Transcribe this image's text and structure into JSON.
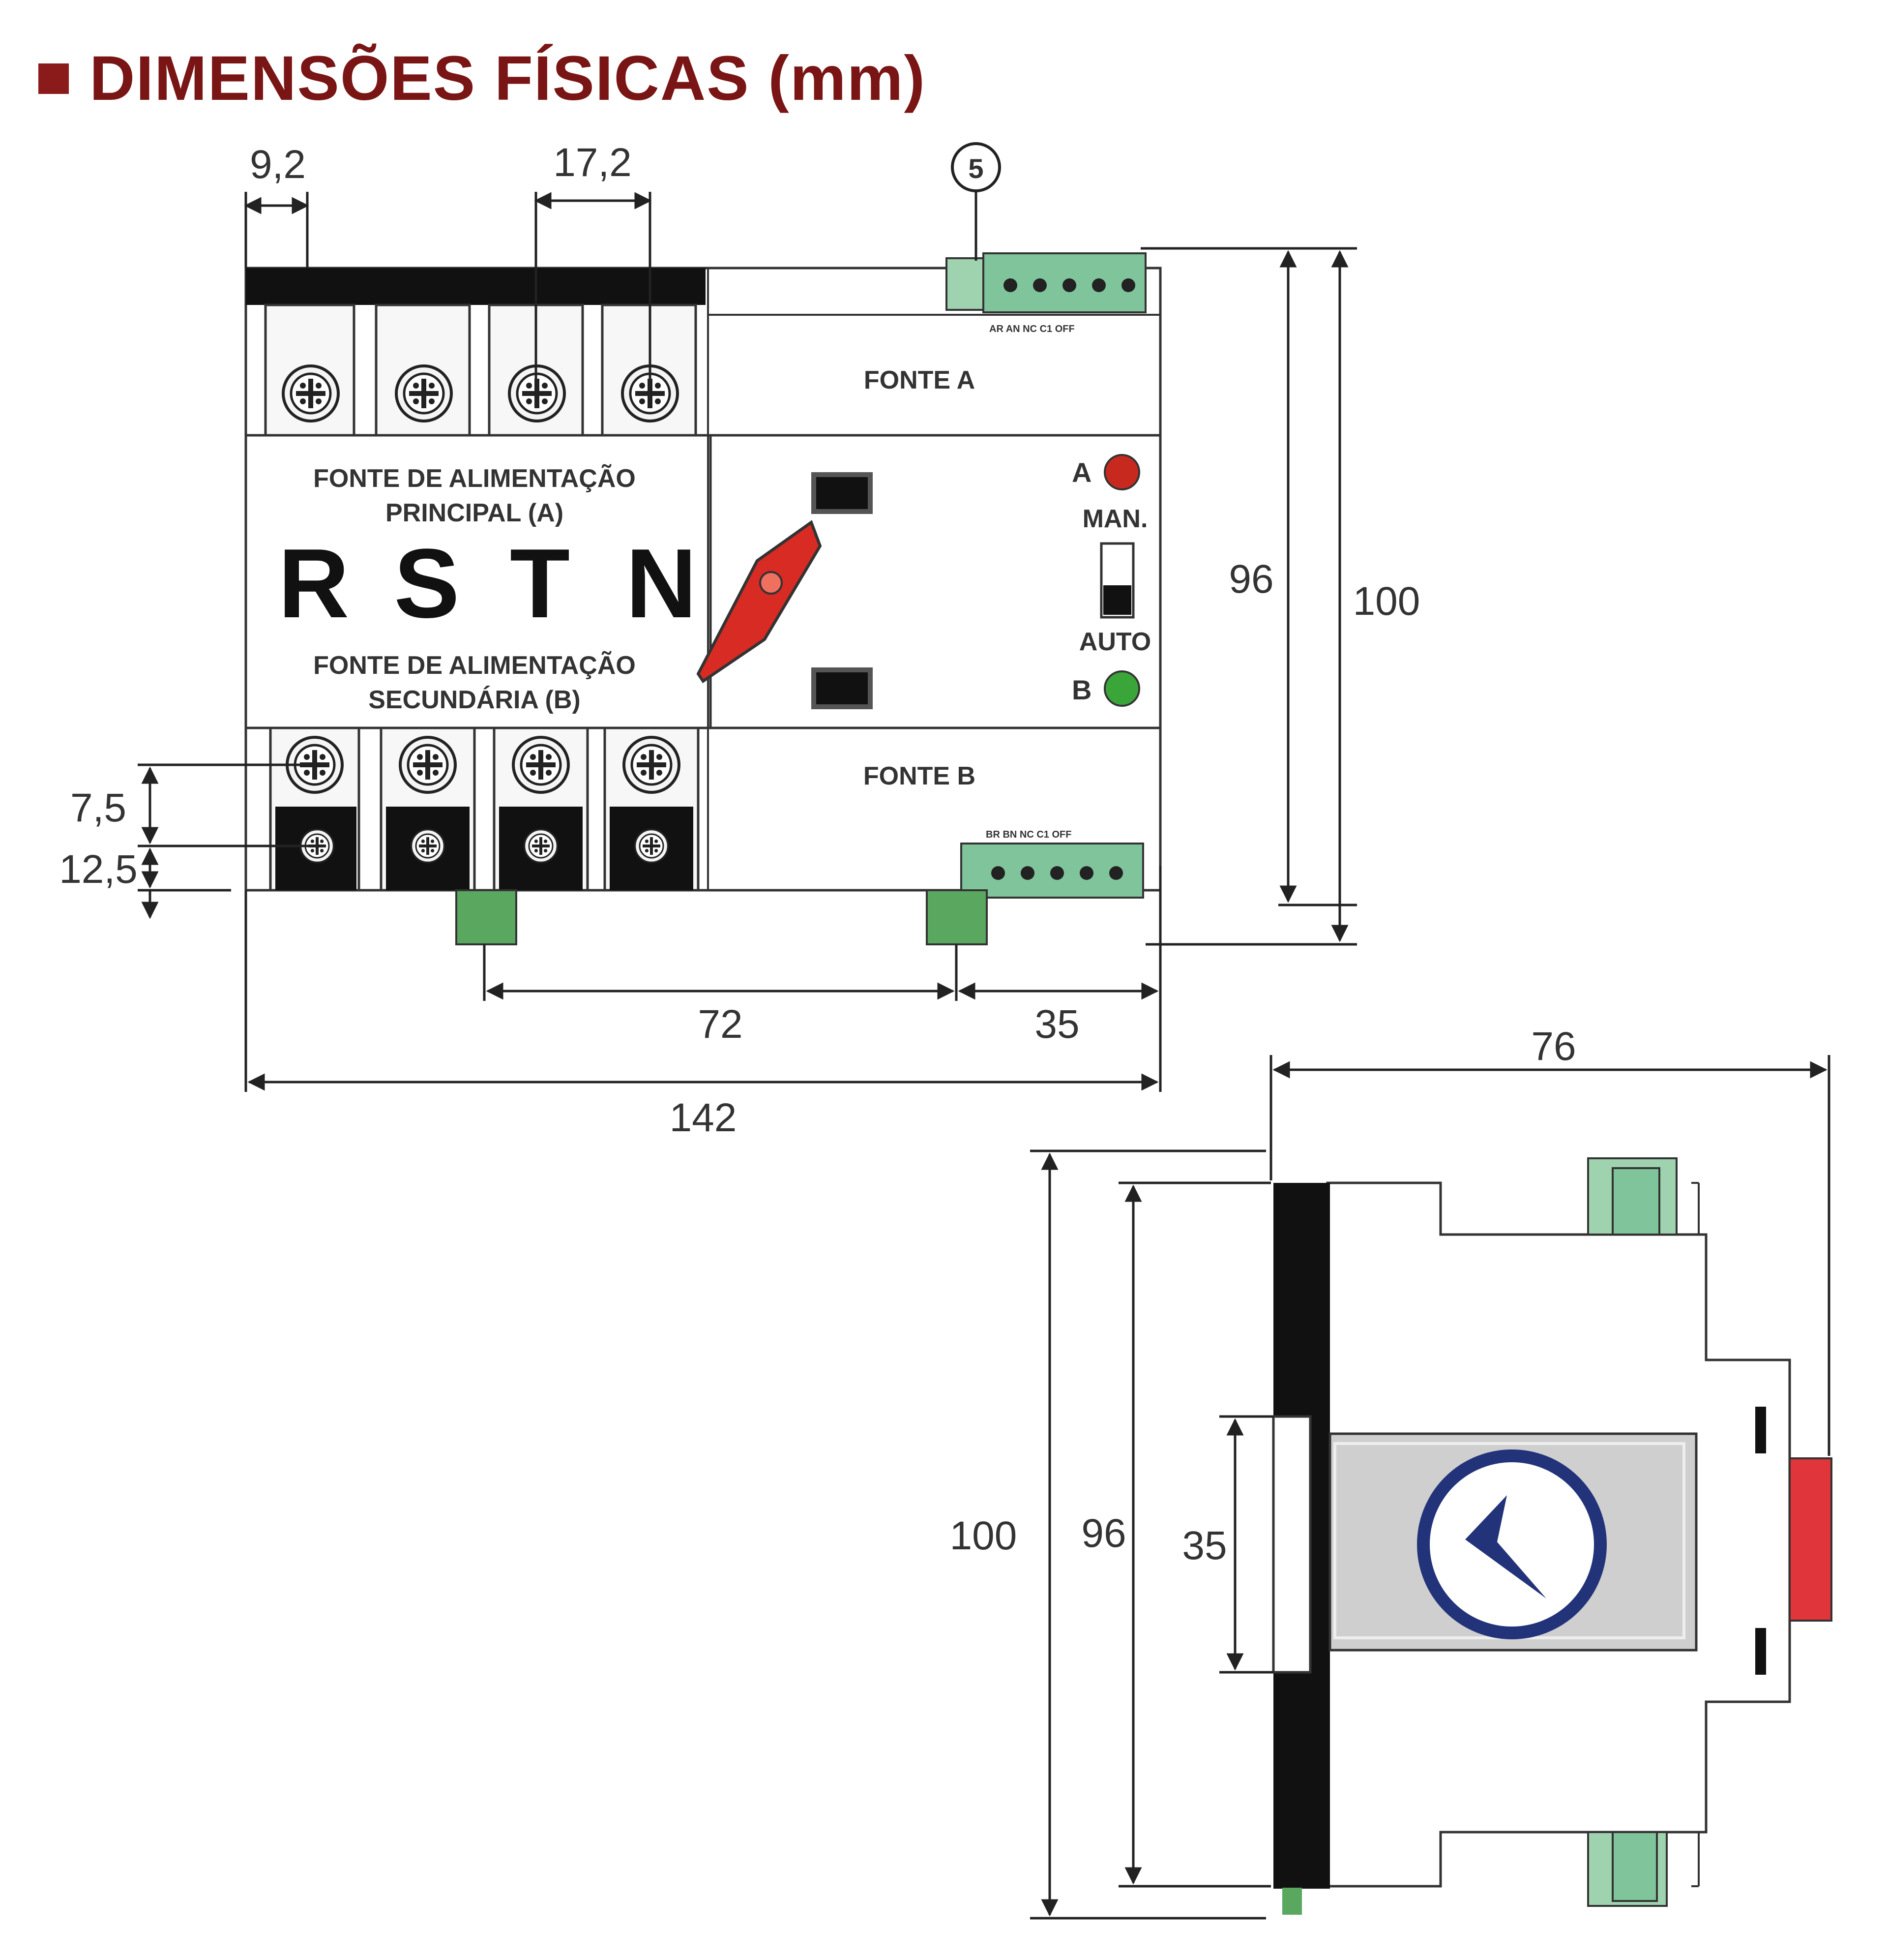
{
  "title": "DIMENSÕES FÍSICAS (mm)",
  "colors": {
    "title": "#7a1515",
    "handle": "#d72b24",
    "led_a": "#c8291f",
    "led_b": "#3aa63a",
    "connector": "#7fc49a",
    "clip": "#5aa860",
    "side_button": "#e0353a",
    "dial": "#22337a"
  },
  "front_view": {
    "dims": {
      "terminal_width": "9,2",
      "terminal_pitch": "17,2",
      "connector_label": "5",
      "inner_height": "96",
      "outer_height": "100",
      "dim_7_5": "7,5",
      "dim_12_5": "12,5",
      "clip_spacing": "72",
      "clip_edge": "35",
      "total_width": "142"
    },
    "labels": {
      "fonte_a": "FONTE A",
      "fonte_b": "FONTE B",
      "primary_line1": "FONTE DE ALIMENTAÇÃO",
      "primary_line2": "PRINCIPAL (A)",
      "secondary_line1": "FONTE DE ALIMENTAÇÃO",
      "secondary_line2": "SECUNDÁRIA (B)",
      "phases": [
        "R",
        "S",
        "T",
        "N"
      ],
      "led_a": "A",
      "led_b": "B",
      "man": "MAN.",
      "auto": "AUTO",
      "top_connector_pins": "AR AN NC C1 OFF",
      "bottom_connector_pins": "BR BN NC C1 OFF"
    }
  },
  "side_view": {
    "dims": {
      "width": "76",
      "outer_height": "100",
      "inner_height": "96",
      "rail": "35"
    }
  }
}
